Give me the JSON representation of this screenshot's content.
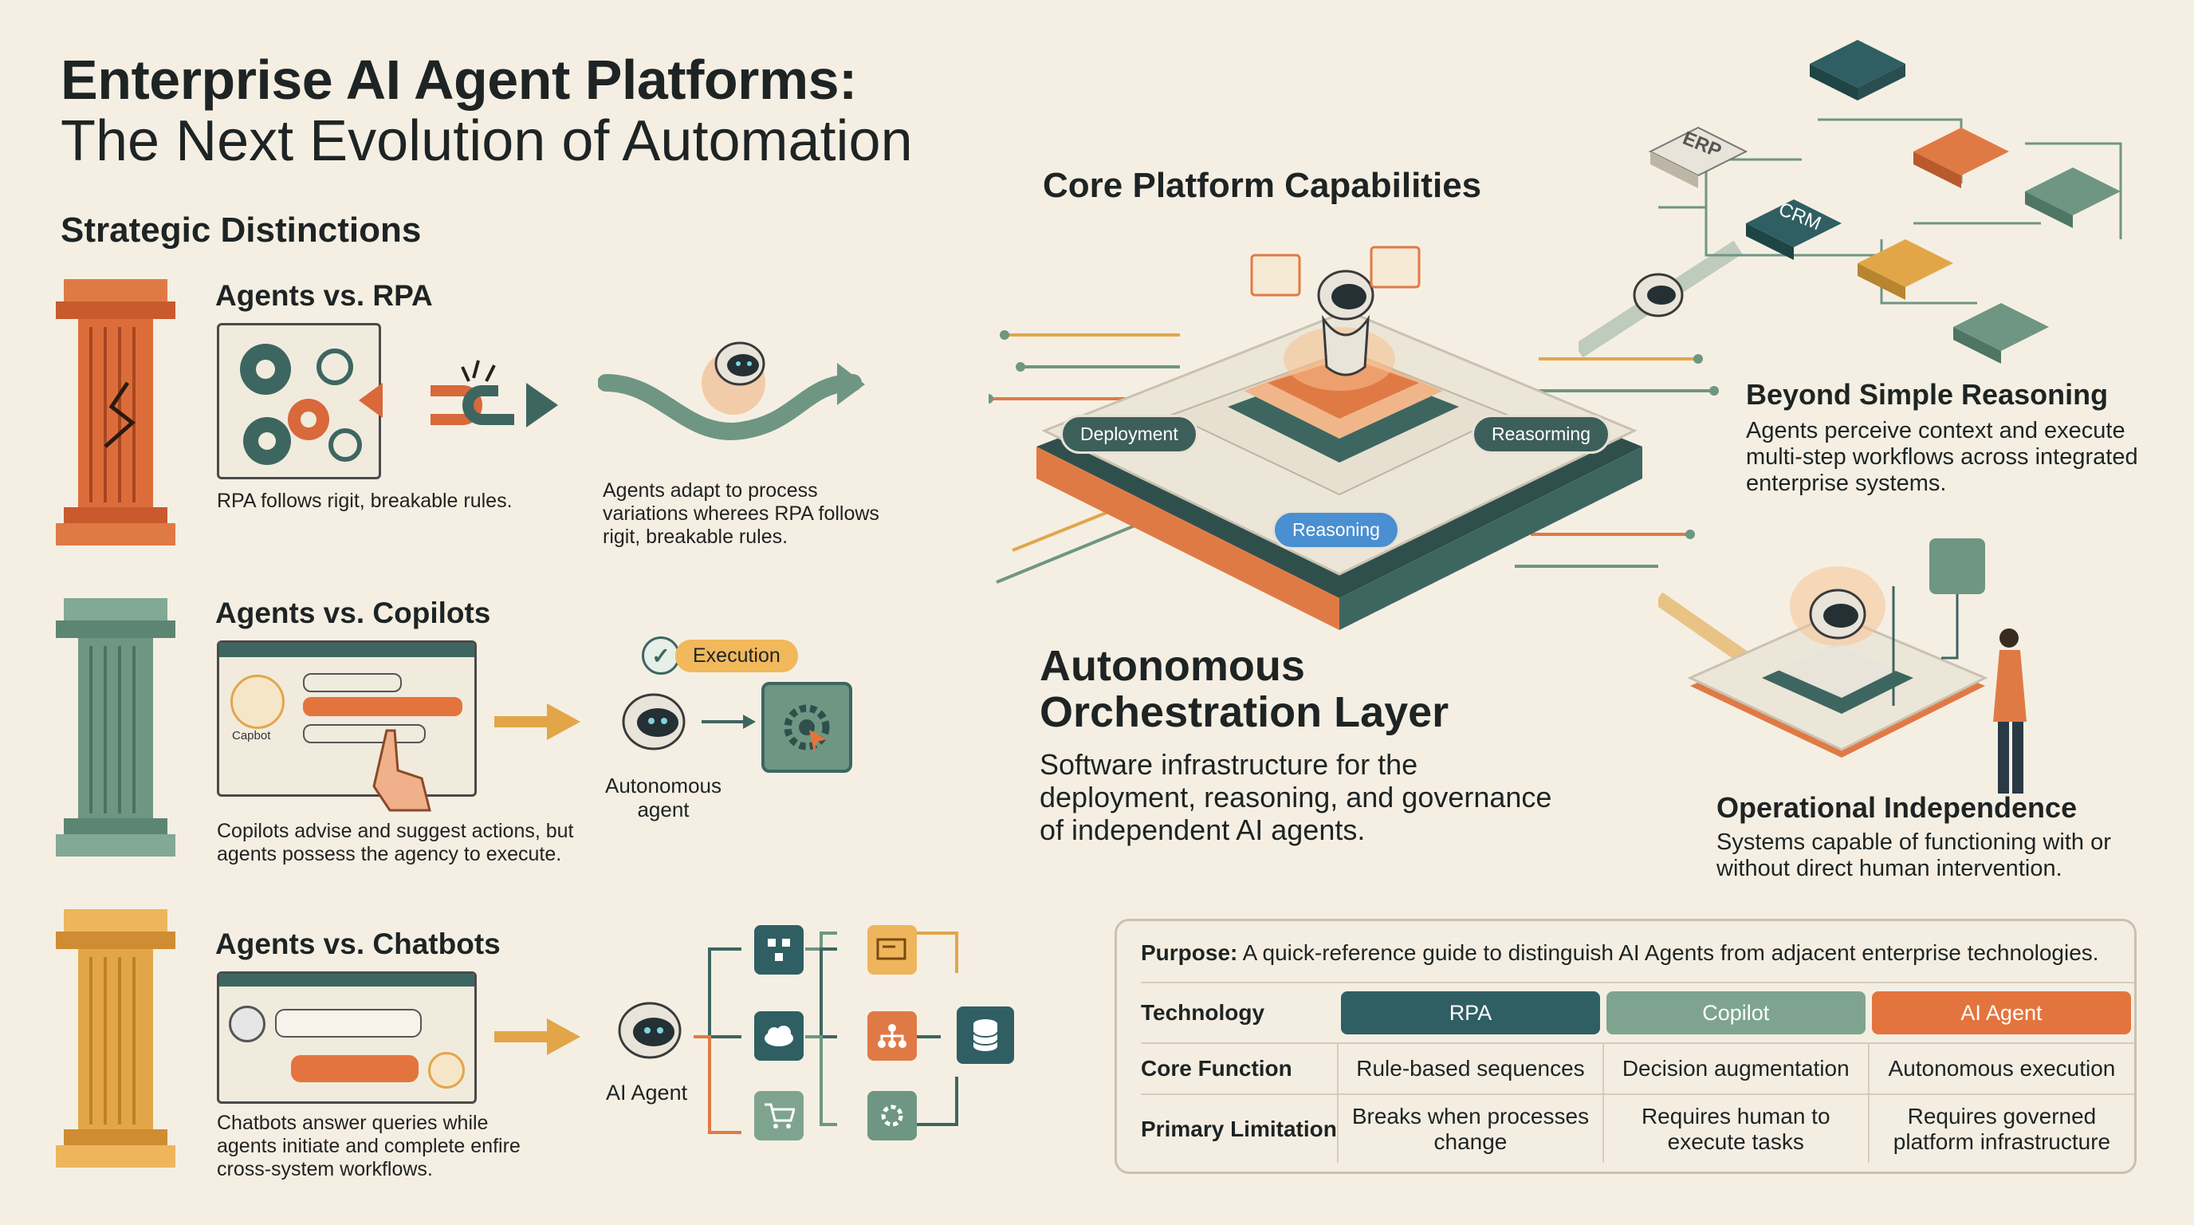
{
  "header": {
    "title": "Enterprise AI Agent Platforms:",
    "subtitle": "The Next Evolution of Automation"
  },
  "strategic": {
    "heading": "Strategic Distinctions",
    "rpa": {
      "heading": "Agents vs. RPA",
      "left_caption": "RPA follows rigit, breakable rules.",
      "right_caption": "Agents adapt to process variations wherees RPA follows rigit, breakable rules."
    },
    "copilots": {
      "heading": "Agents vs. Copilots",
      "chat_label": "Capbot",
      "execution_label": "Execution",
      "agent_label": "Autonomous agent",
      "caption": "Copilots advise and suggest actions, but agents possess the agency to execute."
    },
    "chatbots": {
      "heading": "Agents vs. Chatbots",
      "agent_label": "AI Agent",
      "caption": "Chatbots answer queries while agents initiate and complete enfire cross-system workflows."
    }
  },
  "core": {
    "heading": "Core Platform Capabilities",
    "pills": [
      "Deployment",
      "Reasorming",
      "Reasoning"
    ],
    "layer_title": "Autonomous Orchestration Layer",
    "layer_desc": "Software infrastructure for the deployment, reasoning, and governance of independent AI agents.",
    "systems": [
      "ERP",
      "CRM"
    ],
    "beyond_title": "Beyond Simple Reasoning",
    "beyond_desc": "Agents perceive context and execute multi-step workflows across integrated enterprise systems.",
    "independence_title": "Operational Independence",
    "independence_desc": "Systems capable of functioning with or without direct human intervention."
  },
  "reference": {
    "purpose_label": "Purpose:",
    "purpose_text": "A quick-reference guide to distinguish AI Agents from adjacent enterprise technologies.",
    "row_headers": [
      "Technology",
      "Core Function",
      "Primary Limitation"
    ],
    "columns": [
      "RPA",
      "Copilot",
      "AI Agent"
    ],
    "core_function": [
      "Rule-based sequences",
      "Decision augmentation",
      "Autonomous execution"
    ],
    "limitation": [
      "Breaks when processes change",
      "Requires human to execute tasks",
      "Requires governed platform infrastructure"
    ]
  },
  "colors": {
    "rpa": "#2f5f63",
    "copilot": "#7ea48f",
    "agent": "#e4743d",
    "pillar_orange": "#d9683a",
    "pillar_green": "#6f9683",
    "pillar_yellow": "#e2a649",
    "reasoning_pill": "#4a8fd1"
  }
}
